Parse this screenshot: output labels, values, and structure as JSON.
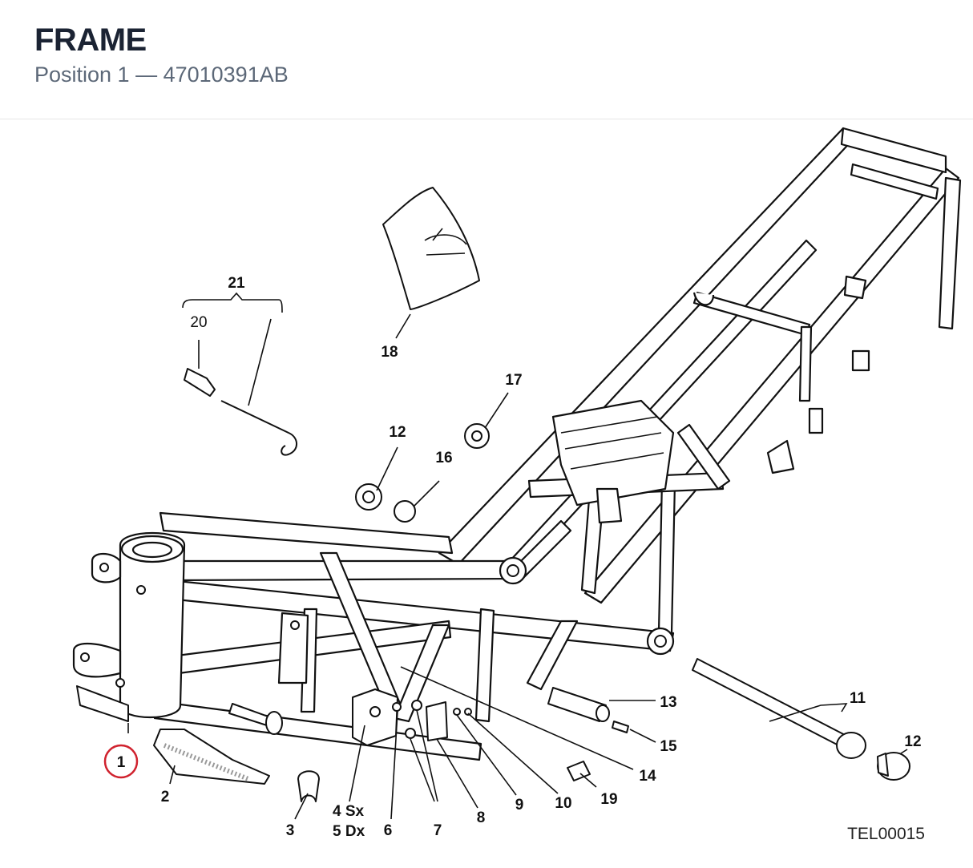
{
  "header": {
    "title": "FRAME",
    "subtitle": "Position 1 — 47010391AB"
  },
  "diagram": {
    "code": "TEL00015",
    "highlighted_callout": "1",
    "highlight_color": "#d0222e",
    "callouts": {
      "c1": "1",
      "c2": "2",
      "c3": "3",
      "c4": "4 Sx",
      "c5": "5 Dx",
      "c6": "6",
      "c7": "7",
      "c8": "8",
      "c9": "9",
      "c10": "10",
      "c11": "11",
      "c12a": "12",
      "c12b": "12",
      "c13": "13",
      "c14": "14",
      "c15": "15",
      "c16": "16",
      "c17": "17",
      "c18": "18",
      "c19": "19",
      "c20": "20",
      "c21": "21"
    }
  }
}
